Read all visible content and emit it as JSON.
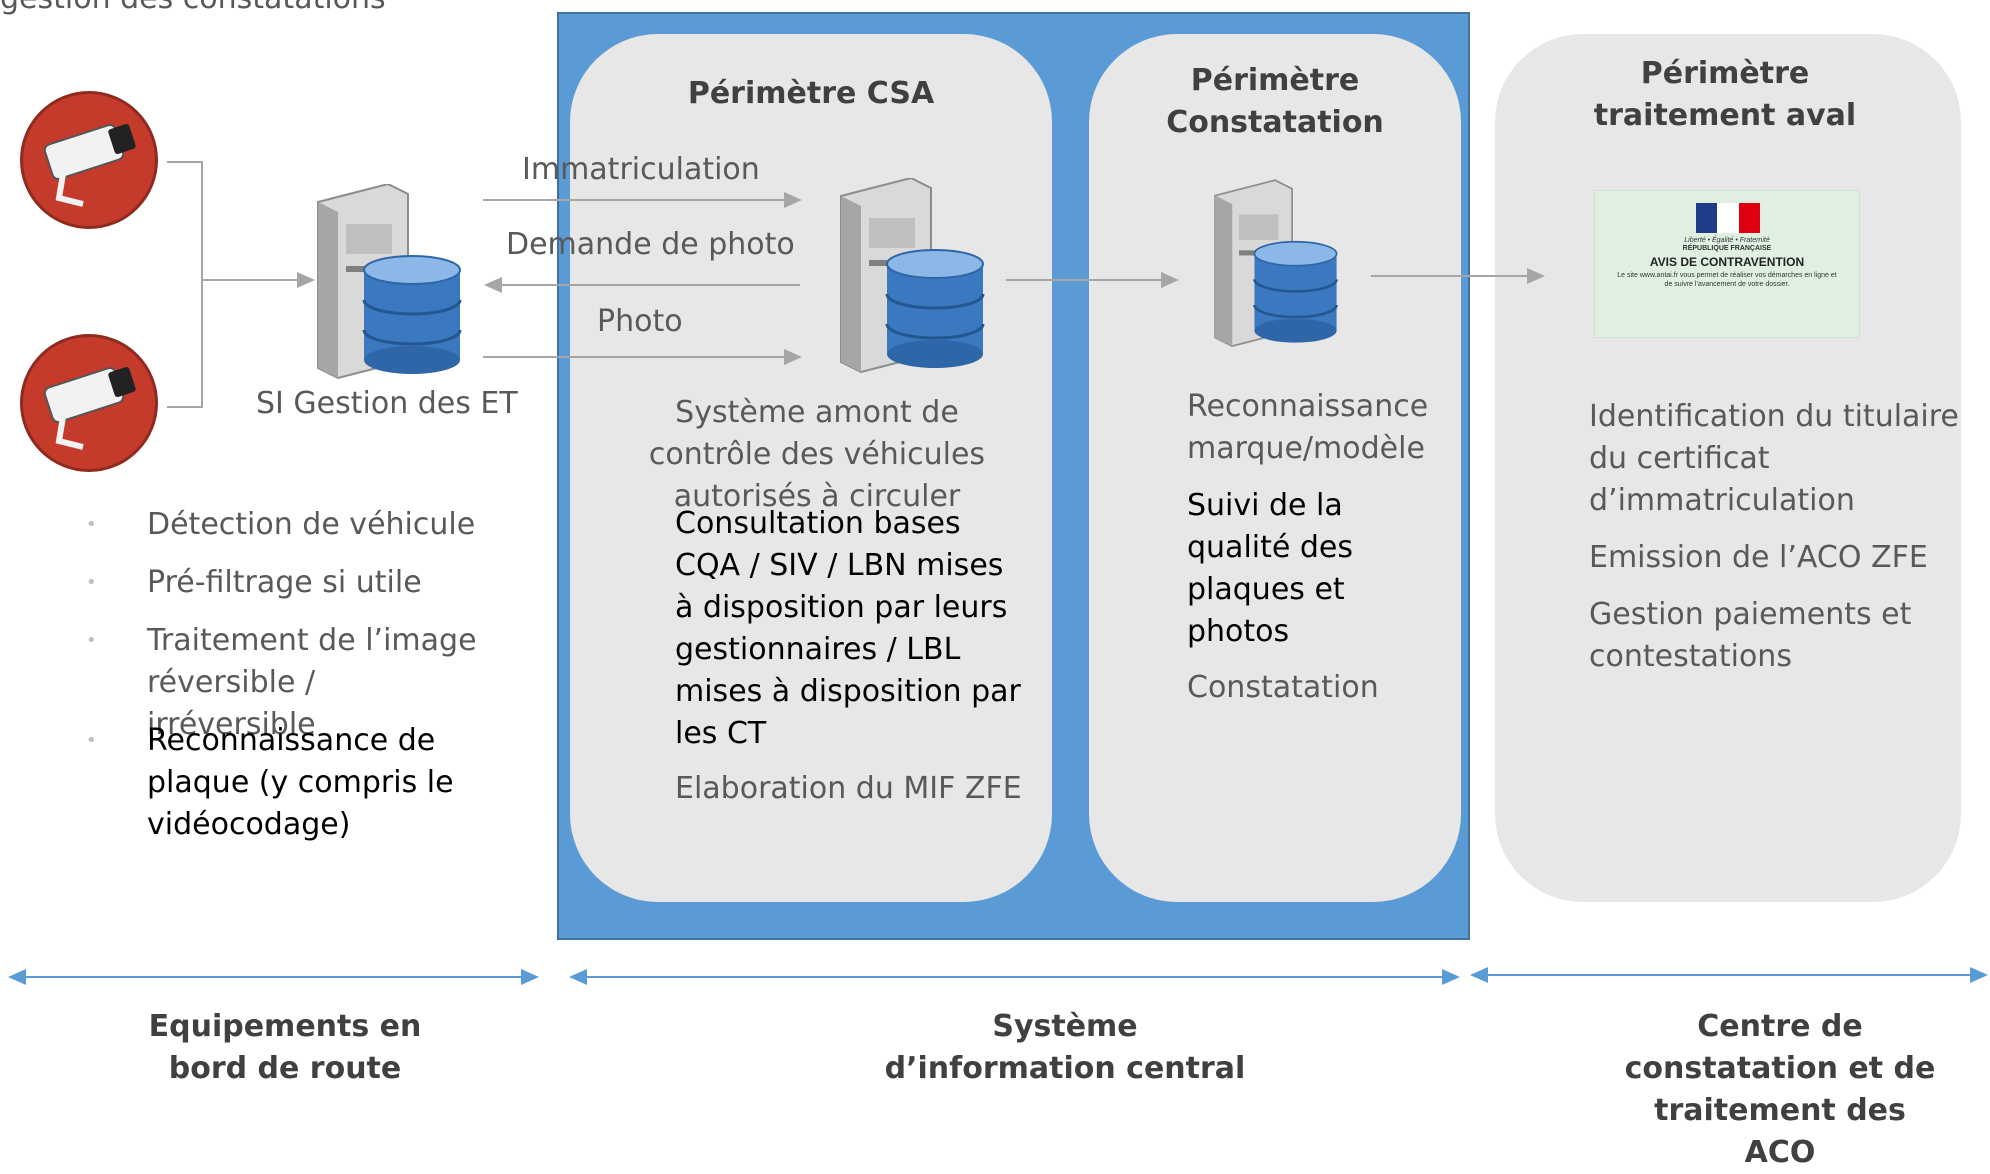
{
  "top_cut_text": "gestion des constatations",
  "devices_label": "SI Gestion des ET",
  "flows": {
    "immatriculation": "Immatriculation",
    "demande_photo": "Demande de photo",
    "photo": "Photo"
  },
  "left_bullets": [
    "Détection de véhicule",
    "Pré-filtrage si utile",
    "Traitement de l’image réversible / irréversible",
    "Reconnaissance de plaque (y compris le vidéocodage)"
  ],
  "csa": {
    "title": "Périmètre CSA",
    "subtitle": "Système amont de contrôle des véhicules autorisés à circuler",
    "consultation": "Consultation bases CQA / SIV / LBN mises à disposition par leurs gestionnaires / LBL mises à disposition par les CT",
    "elaboration": "Elaboration du MIF ZFE"
  },
  "constatation": {
    "title_line1": "Périmètre",
    "title_line2": "Constatation",
    "reconnaissance": "Reconnaissance marque/modèle",
    "suivi": "Suivi de la qualité des plaques et photos",
    "constatation": "Constatation"
  },
  "aval": {
    "title_line1": "Périmètre",
    "title_line2": "traitement aval",
    "items": [
      "Identification du titulaire du certificat d’immatriculation",
      "Emission de l’ACO ZFE",
      "Gestion paiements et contestations"
    ],
    "notice": {
      "motto": "Liberté • Égalité • Fraternité",
      "republic": "RÉPUBLIQUE FRANÇAISE",
      "title": "AVIS DE CONTRAVENTION",
      "line1": "Le site www.antai.fr vous permet de réaliser vos démarches en ligne et",
      "line2": "de suivre l’avancement de votre dossier."
    }
  },
  "bottom": {
    "left": "Equipements en bord de route",
    "middle": "Système d’information central",
    "right": "Centre de constatation et de traitement des ACO"
  },
  "colors": {
    "blue_area": "#5b9bd5",
    "panel": "#e7e7e7",
    "arrow": "#a6a6a6",
    "bottom_arrow": "#5b9bd5",
    "camera": "#c53b2b",
    "db": "#3a78c0"
  }
}
